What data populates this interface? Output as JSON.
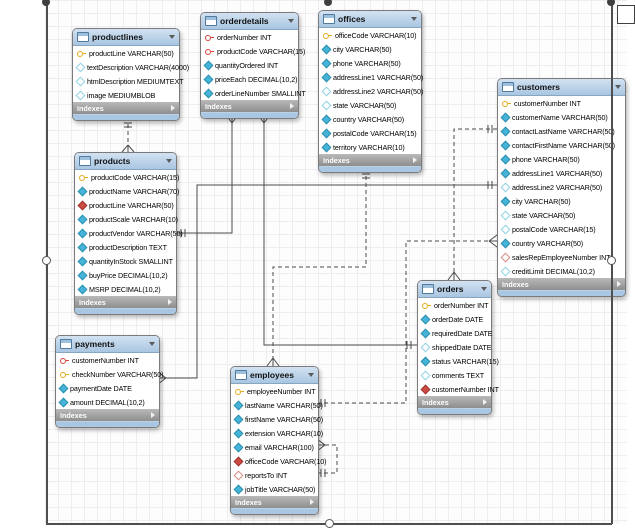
{
  "diagram": {
    "app_context": "EER database diagram",
    "footer_label": "Indexes",
    "colors": {
      "table_header": "#a9c6e2",
      "footer_gray": "#8e8e8e",
      "primary_key": "#e3ac1a",
      "foreign_key_red": "#cc4b42",
      "attribute_cyan": "#45b4d8",
      "wire": "#4a4a4a"
    },
    "tables": [
      {
        "name": "productlines",
        "fields": [
          {
            "icon": "key",
            "text": "productLine VARCHAR(50)"
          },
          {
            "icon": "dia-hollow",
            "text": "textDescription VARCHAR(4000)"
          },
          {
            "icon": "dia-hollow",
            "text": "htmlDescription MEDIUMTEXT"
          },
          {
            "icon": "dia-hollow",
            "text": "image MEDIUMBLOB"
          }
        ]
      },
      {
        "name": "orderdetails",
        "fields": [
          {
            "icon": "key-red",
            "text": "orderNumber INT"
          },
          {
            "icon": "key-red",
            "text": "productCode VARCHAR(15)"
          },
          {
            "icon": "dia-filled",
            "text": "quantityOrdered INT"
          },
          {
            "icon": "dia-filled",
            "text": "priceEach DECIMAL(10,2)"
          },
          {
            "icon": "dia-filled",
            "text": "orderLineNumber SMALLINT"
          }
        ]
      },
      {
        "name": "offices",
        "fields": [
          {
            "icon": "key",
            "text": "officeCode VARCHAR(10)"
          },
          {
            "icon": "dia-filled",
            "text": "city VARCHAR(50)"
          },
          {
            "icon": "dia-filled",
            "text": "phone VARCHAR(50)"
          },
          {
            "icon": "dia-filled",
            "text": "addressLine1 VARCHAR(50)"
          },
          {
            "icon": "dia-hollow",
            "text": "addressLine2 VARCHAR(50)"
          },
          {
            "icon": "dia-hollow",
            "text": "state VARCHAR(50)"
          },
          {
            "icon": "dia-filled",
            "text": "country VARCHAR(50)"
          },
          {
            "icon": "dia-filled",
            "text": "postalCode VARCHAR(15)"
          },
          {
            "icon": "dia-filled",
            "text": "territory VARCHAR(10)"
          }
        ]
      },
      {
        "name": "customers",
        "fields": [
          {
            "icon": "key",
            "text": "customerNumber INT"
          },
          {
            "icon": "dia-filled",
            "text": "customerName VARCHAR(50)"
          },
          {
            "icon": "dia-filled",
            "text": "contactLastName VARCHAR(50)"
          },
          {
            "icon": "dia-filled",
            "text": "contactFirstName VARCHAR(50)"
          },
          {
            "icon": "dia-filled",
            "text": "phone VARCHAR(50)"
          },
          {
            "icon": "dia-filled",
            "text": "addressLine1 VARCHAR(50)"
          },
          {
            "icon": "dia-hollow",
            "text": "addressLine2 VARCHAR(50)"
          },
          {
            "icon": "dia-filled",
            "text": "city VARCHAR(50)"
          },
          {
            "icon": "dia-hollow",
            "text": "state VARCHAR(50)"
          },
          {
            "icon": "dia-hollow",
            "text": "postalCode VARCHAR(15)"
          },
          {
            "icon": "dia-filled",
            "text": "country VARCHAR(50)"
          },
          {
            "icon": "dia-red-hollow",
            "text": "salesRepEmployeeNumber INT"
          },
          {
            "icon": "dia-hollow",
            "text": "creditLimit DECIMAL(10,2)"
          }
        ]
      },
      {
        "name": "products",
        "fields": [
          {
            "icon": "key",
            "text": "productCode VARCHAR(15)"
          },
          {
            "icon": "dia-filled",
            "text": "productName VARCHAR(70)"
          },
          {
            "icon": "dia-red",
            "text": "productLine VARCHAR(50)"
          },
          {
            "icon": "dia-filled",
            "text": "productScale VARCHAR(10)"
          },
          {
            "icon": "dia-filled",
            "text": "productVendor VARCHAR(50)"
          },
          {
            "icon": "dia-filled",
            "text": "productDescription TEXT"
          },
          {
            "icon": "dia-filled",
            "text": "quantityInStock SMALLINT"
          },
          {
            "icon": "dia-filled",
            "text": "buyPrice DECIMAL(10,2)"
          },
          {
            "icon": "dia-filled",
            "text": "MSRP DECIMAL(10,2)"
          }
        ]
      },
      {
        "name": "orders",
        "fields": [
          {
            "icon": "key",
            "text": "orderNumber INT"
          },
          {
            "icon": "dia-filled",
            "text": "orderDate DATE"
          },
          {
            "icon": "dia-filled",
            "text": "requiredDate DATE"
          },
          {
            "icon": "dia-hollow",
            "text": "shippedDate DATE"
          },
          {
            "icon": "dia-filled",
            "text": "status VARCHAR(15)"
          },
          {
            "icon": "dia-hollow",
            "text": "comments TEXT"
          },
          {
            "icon": "dia-red",
            "text": "customerNumber INT"
          }
        ]
      },
      {
        "name": "payments",
        "fields": [
          {
            "icon": "key-red",
            "text": "customerNumber INT"
          },
          {
            "icon": "key",
            "text": "checkNumber VARCHAR(50)"
          },
          {
            "icon": "dia-filled",
            "text": "paymentDate DATE"
          },
          {
            "icon": "dia-filled",
            "text": "amount DECIMAL(10,2)"
          }
        ]
      },
      {
        "name": "employees",
        "fields": [
          {
            "icon": "key",
            "text": "employeeNumber INT"
          },
          {
            "icon": "dia-filled",
            "text": "lastName VARCHAR(50)"
          },
          {
            "icon": "dia-filled",
            "text": "firstName VARCHAR(50)"
          },
          {
            "icon": "dia-filled",
            "text": "extension VARCHAR(10)"
          },
          {
            "icon": "dia-filled",
            "text": "email VARCHAR(100)"
          },
          {
            "icon": "dia-red",
            "text": "officeCode VARCHAR(10)"
          },
          {
            "icon": "dia-red-hollow",
            "text": "reportsTo INT"
          },
          {
            "icon": "dia-filled",
            "text": "jobTitle VARCHAR(50)"
          }
        ]
      }
    ],
    "relationships": [
      {
        "many": "products",
        "one": "productlines",
        "style": "dashed"
      },
      {
        "many": "orderdetails",
        "one": "products",
        "style": "solid"
      },
      {
        "many": "orderdetails",
        "one": "orders",
        "style": "solid"
      },
      {
        "many": "employees",
        "one": "offices",
        "style": "dashed"
      },
      {
        "many": "orders",
        "one": "customers",
        "style": "dashed"
      },
      {
        "many": "customers",
        "one": "employees",
        "style": "dashed"
      },
      {
        "many": "employees",
        "one": "employees",
        "style": "dashed"
      },
      {
        "many": "payments",
        "one": "customers",
        "style": "solid"
      }
    ]
  }
}
